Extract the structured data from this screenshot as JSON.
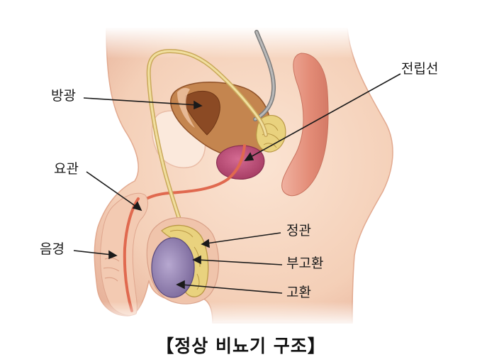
{
  "labels": {
    "bladder": "방광",
    "seminal_vesicle": "전립선",
    "urethra": "요관",
    "penis": "음경",
    "vas_deferens": "정관",
    "epididymis": "부고환",
    "testis": "고환"
  },
  "caption": "【정상 비뇨기 구조】",
  "colors": {
    "skin": "#f6d6c0",
    "skin_shadow": "#ebb79f",
    "rectum": "#e79a86",
    "bladder": "#b4683a",
    "prostate": "#c0507a",
    "duct": "#e8d39a",
    "urethra": "#e0694f",
    "testis": "#9d8ab8",
    "epididymis": "#e9d27e"
  }
}
